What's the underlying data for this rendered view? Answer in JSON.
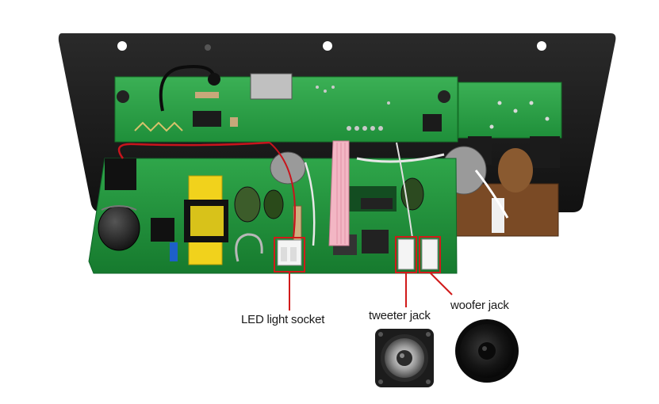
{
  "labels": {
    "led_socket": "LED light socket",
    "tweeter_jack": "tweeter jack",
    "woofer_jack": "woofer jack"
  },
  "colors": {
    "pcb_green": "#1f8f3a",
    "plate_black": "#1b1b1b",
    "callout_red": "#d11a1a"
  }
}
